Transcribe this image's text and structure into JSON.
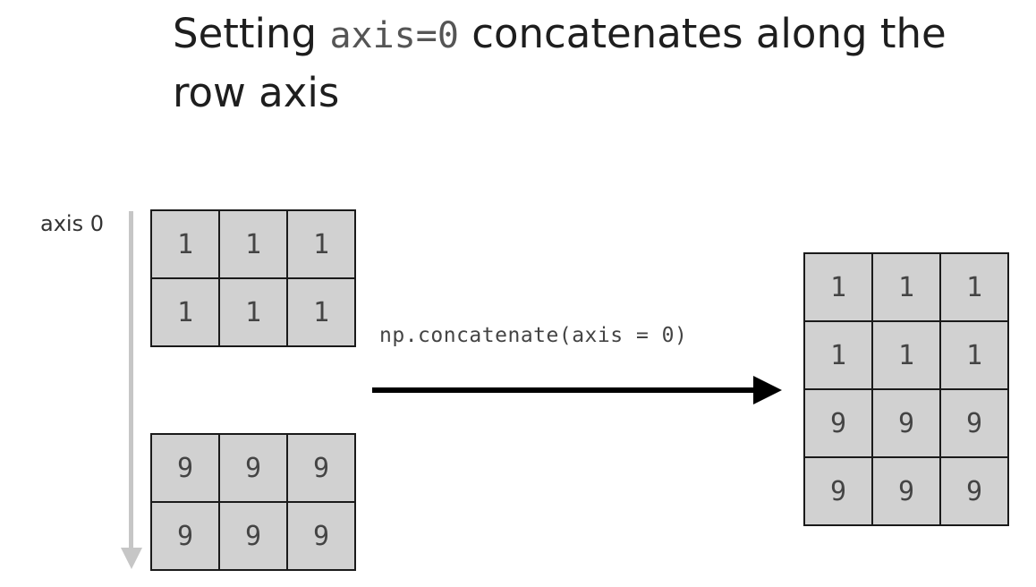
{
  "title": {
    "prefix": "Setting ",
    "code": "axis=0",
    "suffix": " concatenates along the row axis"
  },
  "axis_label": "axis 0",
  "function_label": "np.concatenate(axis = 0)",
  "arrays": {
    "top": [
      [
        "1",
        "1",
        "1"
      ],
      [
        "1",
        "1",
        "1"
      ]
    ],
    "bottom": [
      [
        "9",
        "9",
        "9"
      ],
      [
        "9",
        "9",
        "9"
      ]
    ],
    "result": [
      [
        "1",
        "1",
        "1"
      ],
      [
        "1",
        "1",
        "1"
      ],
      [
        "9",
        "9",
        "9"
      ],
      [
        "9",
        "9",
        "9"
      ]
    ]
  },
  "colors": {
    "cell_fill": "#d1d1d1",
    "grid_line": "#1a1a1a",
    "axis_arrow": "#c6c6c6",
    "main_arrow": "#000000"
  }
}
